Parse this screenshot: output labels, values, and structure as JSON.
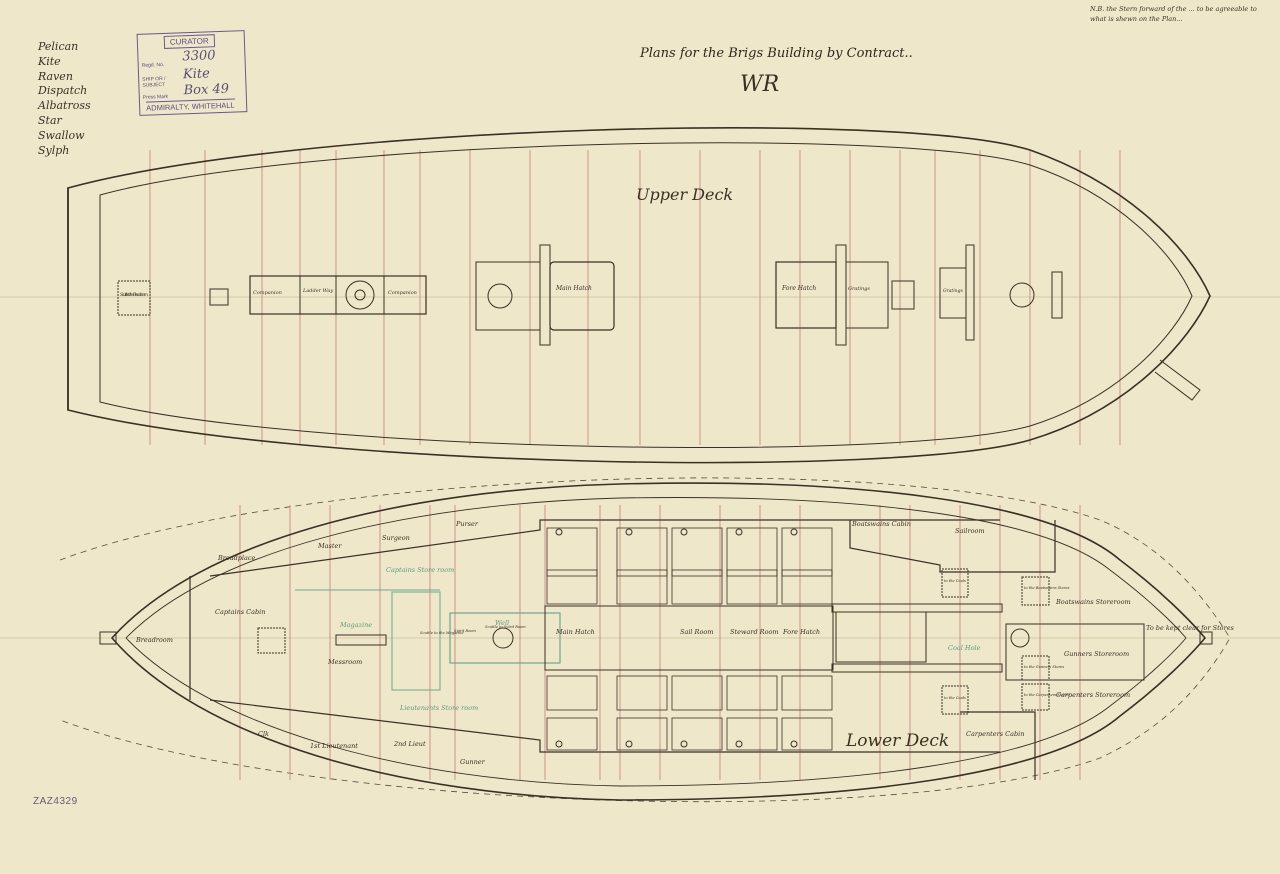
{
  "ship_list": [
    "Pelican",
    "Kite",
    "Raven",
    "Dispatch",
    "Albatross",
    "Star",
    "Swallow",
    "Sylph"
  ],
  "stamp": {
    "header": "CURATOR",
    "regd_label": "Regd. No.",
    "regd_value": "3300",
    "ship_label": "SHIP OR / SUBJECT",
    "ship_value": "Kite",
    "press_label": "Press Mark",
    "press_value": "Box 49",
    "footer": "ADMIRALTY, WHITEHALL"
  },
  "title": "Plans for the Brigs Building by Contract..",
  "signature": "WR",
  "note": "N.B. the Stern forward of the ... to be agreeable to what is shewn on the Plan...",
  "reference": "ZAZ4329",
  "upper_deck": {
    "title": "Upper Deck",
    "labels": {
      "scuttle": "Scuttle to the Breadroom",
      "companion1": "Companion",
      "ladder": "Ladder Way",
      "companion2": "Companion",
      "main_hatch": "Main Hatch",
      "fore_hatch": "Fore Hatch",
      "gratings": "Gratings",
      "gratings2": "Gratings"
    }
  },
  "lower_deck": {
    "title": "Lower Deck",
    "labels": {
      "breadroom": "Breadroom",
      "captains_cabin": "Captains Cabin",
      "bread_place": "Breadplace",
      "master": "Master",
      "surgeon": "Surgeon",
      "purser": "Purser",
      "captains_store": "Captains Store room",
      "magazine": "Magazine",
      "messroom": "Messroom",
      "lieutenants_store": "Lieutenants Store room",
      "clk": "Clk",
      "first_lieutenant": "1st Lieutenant",
      "second_lieutenant": "2nd Lieut",
      "gunner": "Gunner",
      "scuttle_magazine": "Scuttle to the Magazine",
      "spirit_room": "Spirit Room",
      "scuttle_spirit": "Scuttle to Spirit Room",
      "well": "Well",
      "main_hatch": "Main Hatch",
      "sail_room": "Sail Room",
      "steward_room": "Steward Room",
      "fore_hatch": "Fore Hatch",
      "boatswains_cabin": "Boatswains Cabin",
      "sailroom": "Sailroom",
      "to_coals1": "to the Coals",
      "to_coals2": "to the Coals",
      "coal_hole": "Coal Hole",
      "boatswains_store": "to the Boatswains Stores",
      "boatswains_storeroom": "Boatswains Storeroom",
      "gunners_store": "to the Gunners Stores",
      "gunners_storeroom": "Gunners Storeroom",
      "carpenters_store": "to the Carpenters Stores",
      "carpenters_storeroom": "Carpenters Storeroom",
      "carpenters_cabin": "Carpenters Cabin",
      "to_be_kept_clear": "To be kept clear for Stores"
    }
  },
  "colors": {
    "paper": "#efe7c9",
    "ink": "#3a3024",
    "frame_red": "#c77e7e",
    "green_ink": "#6fa88a",
    "stamp": "#6d5a86"
  }
}
